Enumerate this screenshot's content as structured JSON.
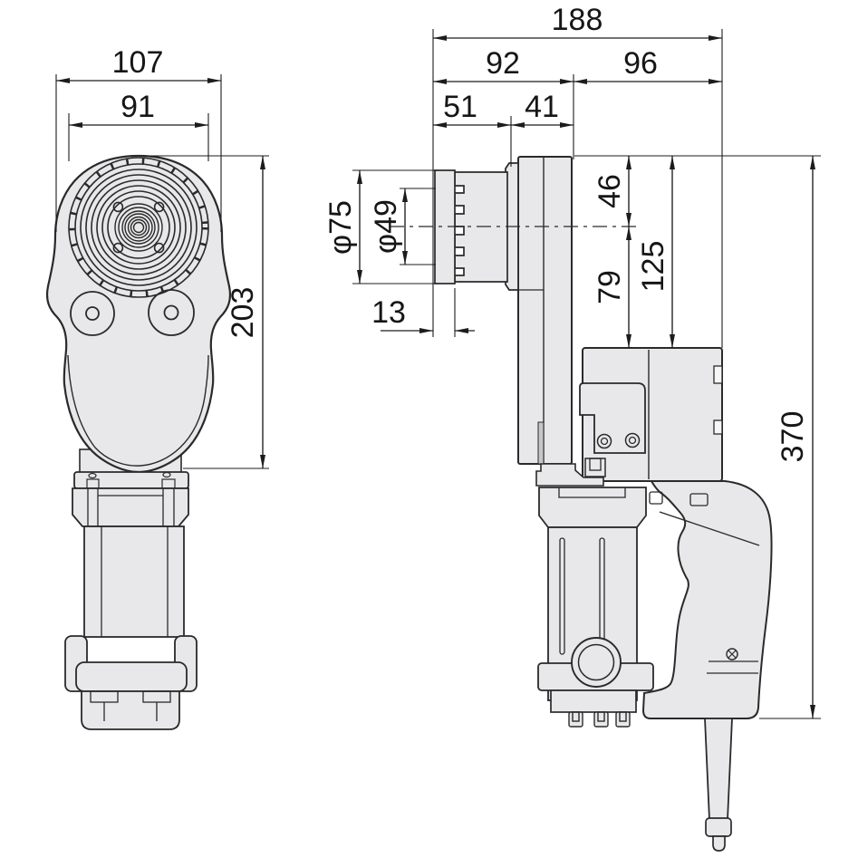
{
  "colors": {
    "line": "#2a2a2a",
    "fill": "#e8e8ea",
    "fill_dark": "#c6c6c8",
    "background": "#ffffff"
  },
  "drawing": {
    "front_view": {
      "overall_width": "107",
      "serration_ring_width": "91",
      "head_height": "203"
    },
    "side_view": {
      "overall_length": "188",
      "front_section_length": "92",
      "rear_section_length": "96",
      "socket_length": "51",
      "gear_case_length": "41",
      "socket_outer_diameter": "φ75",
      "socket_inner_diameter": "φ49",
      "tip_step_depth": "13",
      "center_to_case_top": "46",
      "center_to_housing": "79",
      "case_top_to_housing": "125",
      "overall_height": "370"
    }
  }
}
